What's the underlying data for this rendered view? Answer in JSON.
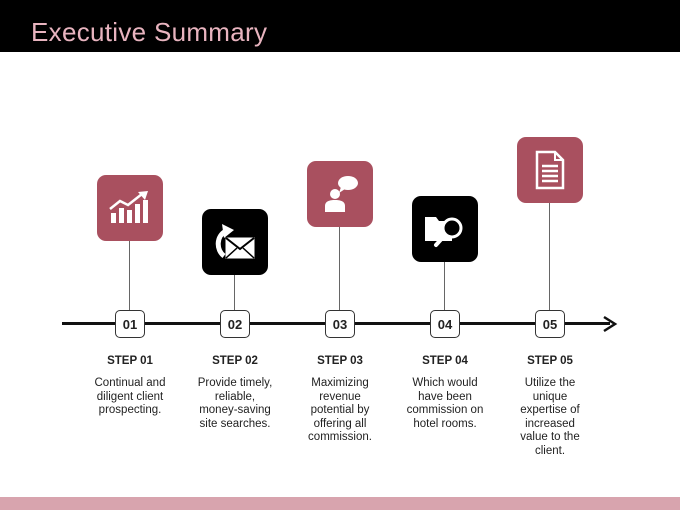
{
  "slide": {
    "title": "Executive Summary",
    "colors": {
      "header_bg": "#000000",
      "title_text": "#e8b4bf",
      "accent_rose": "#a9505f",
      "footer_band": "#d8a4ae"
    }
  },
  "steps": [
    {
      "number": "01",
      "label": "STEP 01",
      "description": "Continual and diligent client prospecting.",
      "icon": "growth-chart-icon",
      "icon_color": "rose"
    },
    {
      "number": "02",
      "label": "STEP 02",
      "description": "Provide timely, reliable, money-saving site searches.",
      "icon": "envelope-reply-icon",
      "icon_color": "black"
    },
    {
      "number": "03",
      "label": "STEP 03",
      "description": "Maximizing revenue potential by offering all commission.",
      "icon": "person-speech-icon",
      "icon_color": "rose"
    },
    {
      "number": "04",
      "label": "STEP 04",
      "description": "Which would have been commission on hotel rooms.",
      "icon": "folder-search-icon",
      "icon_color": "black"
    },
    {
      "number": "05",
      "label": "STEP 05",
      "description": "Utilize the unique expertise of increased value to the client.",
      "icon": "document-icon",
      "icon_color": "rose"
    }
  ]
}
